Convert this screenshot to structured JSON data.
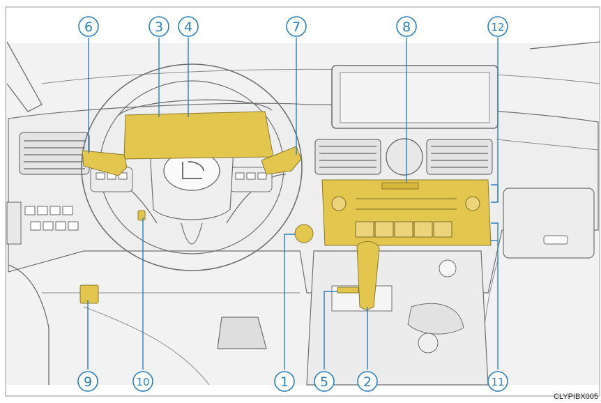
{
  "figure_code": "CLYPIBX005",
  "callouts": [
    {
      "num": "1",
      "glyph": "①",
      "label": "1"
    },
    {
      "num": "2",
      "glyph": "②",
      "label": "2"
    },
    {
      "num": "3",
      "glyph": "③",
      "label": "3"
    },
    {
      "num": "4",
      "glyph": "④",
      "label": "4"
    },
    {
      "num": "5",
      "glyph": "⑤",
      "label": "5"
    },
    {
      "num": "6",
      "glyph": "⑥",
      "label": "6"
    },
    {
      "num": "7",
      "glyph": "⑦",
      "label": "7"
    },
    {
      "num": "8",
      "glyph": "⑧",
      "label": "8"
    },
    {
      "num": "9",
      "glyph": "⑨",
      "label": "9"
    },
    {
      "num": "10",
      "glyph": "⑩",
      "label": "10"
    },
    {
      "num": "11",
      "glyph": "⑪",
      "label": "11"
    },
    {
      "num": "12",
      "glyph": "⑫",
      "label": "12"
    }
  ],
  "colors": {
    "callout": "#2a7fc0",
    "highlight": "#e3c64e",
    "line_art": "#6f6f6f",
    "background": "#eeeeee"
  }
}
